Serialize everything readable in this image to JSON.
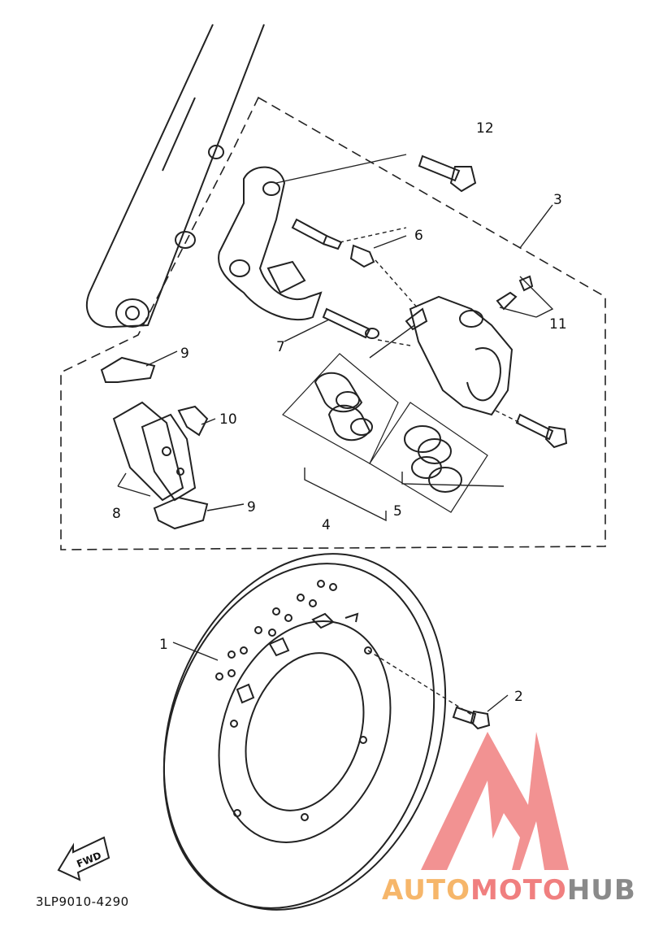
{
  "labels": {
    "n1": "1",
    "n2": "2",
    "n3": "3",
    "n4": "4",
    "n5": "5",
    "n6": "6",
    "n7": "7",
    "n8": "8",
    "n9a": "9",
    "n9b": "9",
    "n10": "10",
    "n11": "11",
    "n12": "12"
  },
  "fwd_label": "FWD",
  "diagram_code": "3LP9010-4290",
  "watermark": {
    "part1": "AUTO",
    "part2": "MOTO",
    "part3": "HUB",
    "colors": {
      "orange": "#f6b66a",
      "red": "#f07f7f",
      "gray": "#8a8a8a"
    }
  }
}
